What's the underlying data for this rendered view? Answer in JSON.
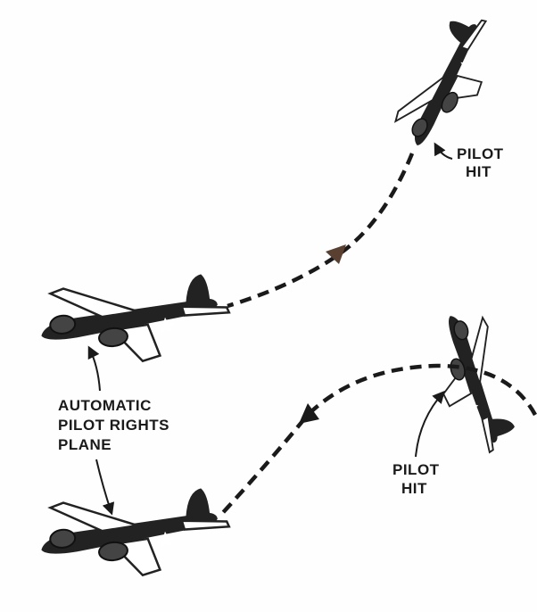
{
  "labels": {
    "top_hit": [
      "PILOT",
      "HIT"
    ],
    "automatic": [
      "AUTOMATIC",
      "PILOT RIGHTS",
      "PLANE"
    ],
    "bottom_hit": [
      "PILOT",
      "HIT"
    ]
  },
  "colors": {
    "ink": "#1a1a1a",
    "paper": "#fefefe",
    "arrowhead": "#5a4030"
  }
}
